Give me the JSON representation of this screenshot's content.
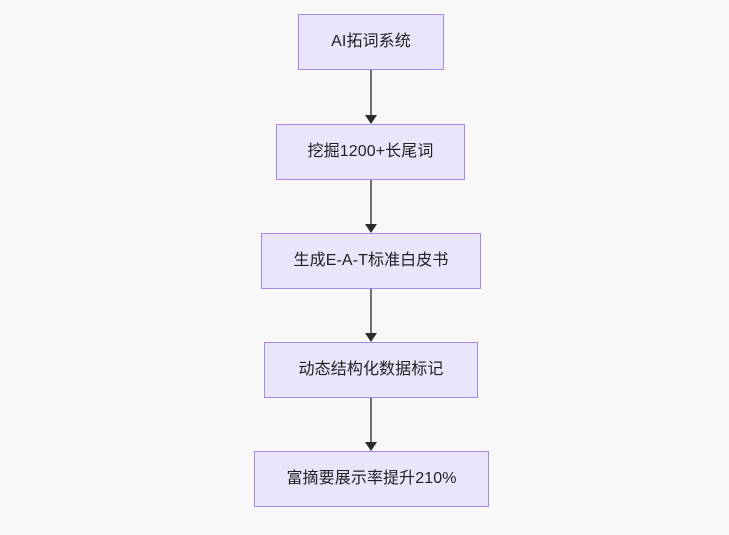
{
  "diagram": {
    "type": "flowchart",
    "direction": "top-to-bottom",
    "background_color": "#f8f8f8",
    "node_fill_color": "#e9e6fb",
    "node_border_color": "#a987e8",
    "edge_color": "#707070",
    "text_color": "#1f1f1f",
    "nodes": [
      {
        "id": "n0",
        "label": "AI拓词系统"
      },
      {
        "id": "n1",
        "label": "挖掘1200+长尾词"
      },
      {
        "id": "n2",
        "label": "生成E-A-T标准白皮书"
      },
      {
        "id": "n3",
        "label": "动态结构化数据标记"
      },
      {
        "id": "n4",
        "label": "富摘要展示率提升210%"
      }
    ],
    "edges": [
      {
        "from": "n0",
        "to": "n1",
        "label": ""
      },
      {
        "from": "n1",
        "to": "n2",
        "label": ""
      },
      {
        "from": "n2",
        "to": "n3",
        "label": ""
      },
      {
        "from": "n3",
        "to": "n4",
        "label": ""
      }
    ]
  }
}
